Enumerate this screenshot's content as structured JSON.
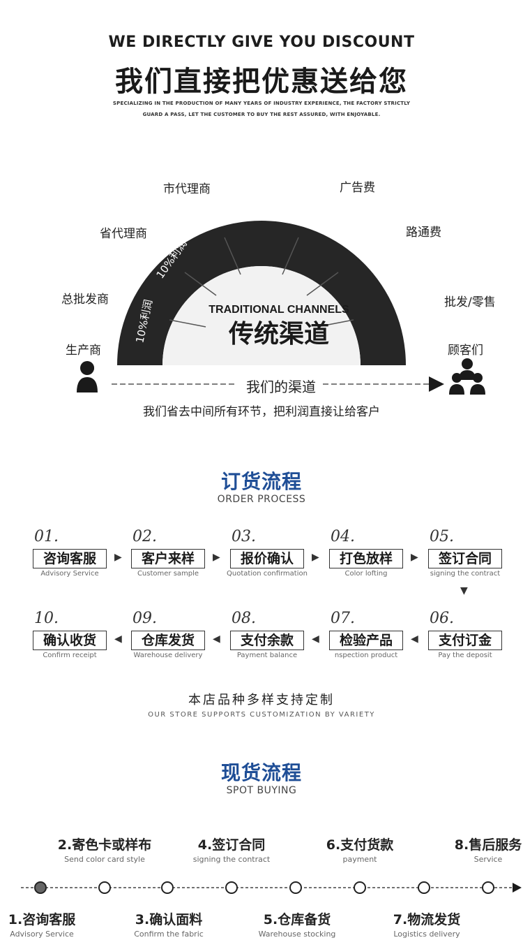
{
  "header": {
    "title_en": "WE DIRECTLY GIVE YOU DISCOUNT",
    "title_cn": "我们直接把优惠送给您",
    "sub_line1": "SPECIALIZING IN THE PRODUCTION OF MANY YEARS OF INDUSTRY EXPERIENCE, THE FACTORY STRICTLY",
    "sub_line2": "GUARD A PASS, LET THE CUSTOMER TO BUY THE REST ASSURED, WITH ENJOYABLE."
  },
  "channels": {
    "center_en": "TRADITIONAL CHANNELS",
    "center_cn": "传统渠道",
    "arc_profit": "10%利润",
    "left_labels": [
      "生产商",
      "总批发商",
      "省代理商",
      "市代理商"
    ],
    "right_labels": [
      "广告费",
      "路通费",
      "批发/零售",
      "顾客们"
    ],
    "our_channel": "我们的渠道",
    "our_channel_note": "我们省去中间所有环节，把利润直接让给客户",
    "colors": {
      "arc": "#262626",
      "inner": "#f2f2f2"
    }
  },
  "order": {
    "title_cn": "订货流程",
    "title_en": "ORDER PROCESS",
    "row1": [
      {
        "num": "01.",
        "cn": "咨询客服",
        "en": "Advisory Service"
      },
      {
        "num": "02.",
        "cn": "客户来样",
        "en": "Customer sample"
      },
      {
        "num": "03.",
        "cn": "报价确认",
        "en": "Quotation confirmation"
      },
      {
        "num": "04.",
        "cn": "打色放样",
        "en": "Color lofting"
      },
      {
        "num": "05.",
        "cn": "签订合同",
        "en": "signing the contract"
      }
    ],
    "row2": [
      {
        "num": "10.",
        "cn": "确认收货",
        "en": "Confirm receipt"
      },
      {
        "num": "09.",
        "cn": "仓库发货",
        "en": "Warehouse delivery"
      },
      {
        "num": "08.",
        "cn": "支付余款",
        "en": "Payment balance"
      },
      {
        "num": "07.",
        "cn": "检验产品",
        "en": "nspection product"
      },
      {
        "num": "06.",
        "cn": "支付订金",
        "en": "Pay the deposit"
      }
    ]
  },
  "customization": {
    "cn": "本店品种多样支持定制",
    "en": "OUR STORE SUPPORTS CUSTOMIZATION BY VARIETY"
  },
  "spot": {
    "title_cn": "现货流程",
    "title_en": "SPOT BUYING",
    "top": [
      {
        "cn": "2.寄色卡或样布",
        "en": "Send color card style"
      },
      {
        "cn": "4.签订合同",
        "en": "signing the contract"
      },
      {
        "cn": "6.支付货款",
        "en": "payment"
      },
      {
        "cn": "8.售后服务",
        "en": "Service"
      }
    ],
    "bottom": [
      {
        "cn": "1.咨询客服",
        "en": "Advisory Service"
      },
      {
        "cn": "3.确认面料",
        "en": "Confirm the fabric"
      },
      {
        "cn": "5.仓库备货",
        "en": "Warehouse stocking"
      },
      {
        "cn": "7.物流发货",
        "en": "Logistics delivery"
      }
    ]
  }
}
